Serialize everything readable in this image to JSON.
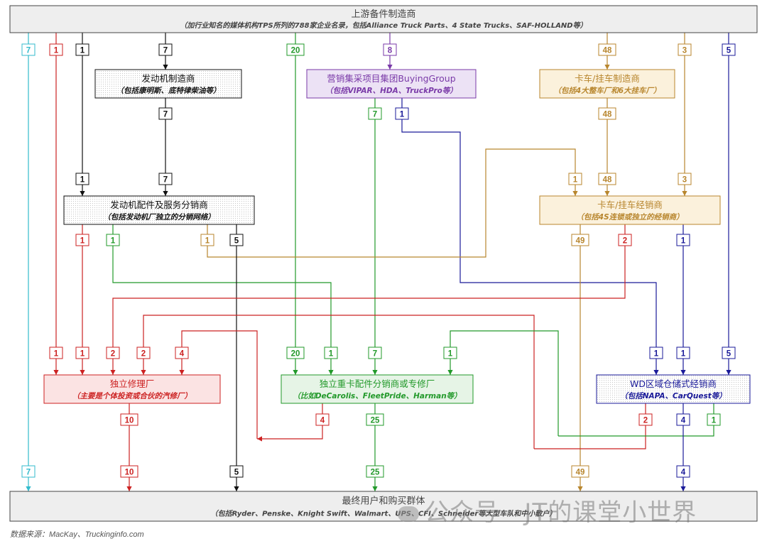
{
  "colors": {
    "black": "#111111",
    "cyan": "#33bbcc",
    "red": "#cc2222",
    "green": "#22992a",
    "purple": "#7a3aa8",
    "orange": "#b8862e",
    "navy": "#1a1a99"
  },
  "nodes": {
    "upstream": {
      "title": "上游备件制造商",
      "subtitle": "（加行业知名的媒体机构TPS所列的788家企业名录，包括Alliance  Truck Parts、4  State Trucks、SAF-HOLLAND等）"
    },
    "engine_maker": {
      "title": "发动机制造商",
      "subtitle": "（包括康明斯、底特律柴油等）"
    },
    "buying_group": {
      "title": "营销集采项目集团BuyingGroup",
      "subtitle": "（包括VIPAR、HDA、TruckPro等）"
    },
    "truck_maker": {
      "title": "卡车/挂车制造商",
      "subtitle": "（包括4大整车厂和6大挂车厂）"
    },
    "engine_parts": {
      "title": "发动机配件及服务分销商",
      "subtitle": "（包括发动机厂独立的分销网络）"
    },
    "truck_dealer": {
      "title": "卡车/挂车经销商",
      "subtitle": "（包括4S连锁或独立的经销商）"
    },
    "repair_shop": {
      "title": "独立修理厂",
      "subtitle": "（主要是个体投资或合伙的汽修厂）"
    },
    "heavy_parts": {
      "title": "独立重卡配件分销商或专修厂",
      "subtitle": "（比如DeCarolis、FleetPride、Harman等）"
    },
    "wd": {
      "title": "WD区域仓储式经销商",
      "subtitle": "（包括NAPA、CarQuest等）"
    },
    "end_users": {
      "title": "最终用户和购买群体",
      "subtitle": "（包括Ryder、Penske、Knight  Swift、Walmart、UPS、CFI、Schneider等大型车队和中小散户）"
    }
  },
  "flow_labels": {
    "top_cyan": "7",
    "top_red": "1",
    "top_black_left": "1",
    "top_black_engine": "7",
    "top_green": "20",
    "top_purple": "8",
    "top_orange_truck": "48",
    "top_orange_dealer": "3",
    "top_navy": "5",
    "engine_out": "7",
    "bg_green": "7",
    "bg_navy": "1",
    "truck_out": "48",
    "ep_in_left": "1",
    "ep_in_right": "7",
    "td_in_1": "1",
    "td_in_48": "48",
    "td_in_3": "3",
    "ep_red": "1",
    "ep_green": "1",
    "ep_orange": "1",
    "ep_black": "5",
    "td_orange": "49",
    "td_red": "2",
    "td_navy": "1",
    "rs_in_1a": "1",
    "rs_in_1b": "1",
    "rs_in_2a": "2",
    "rs_in_2b": "2",
    "rs_in_4": "4",
    "hp_in_20": "20",
    "hp_in_1a": "1",
    "hp_in_7": "7",
    "hp_in_1b": "1",
    "wd_in_1a": "1",
    "wd_in_1b": "1",
    "wd_in_5": "5",
    "rs_out": "10",
    "hp_out_red": "4",
    "hp_out_green": "25",
    "wd_out_red": "2",
    "wd_out_navy": "4",
    "wd_out_green": "1",
    "end_cyan": "7",
    "end_red": "10",
    "end_black": "5",
    "end_green": "25",
    "end_orange": "49",
    "end_navy": "4"
  },
  "watermark": "公众号 · JT的课堂小世界",
  "source": "数据来源：MacKay、Truckinginfo.com"
}
